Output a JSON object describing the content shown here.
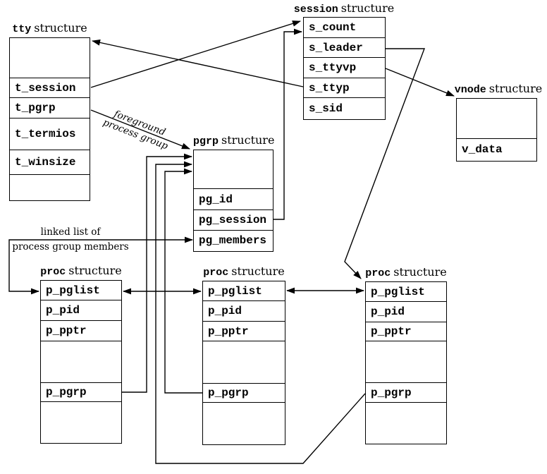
{
  "structures": {
    "tty": {
      "title_word": "tty",
      "title_rest": "structure",
      "fields": [
        "",
        "t_session",
        "t_pgrp",
        "t_termios",
        "t_winsize",
        ""
      ]
    },
    "session": {
      "title_word": "session",
      "title_rest": "structure",
      "fields": [
        "s_count",
        "s_leader",
        "s_ttyvp",
        "s_ttyp",
        "s_sid"
      ]
    },
    "vnode": {
      "title_word": "vnode",
      "title_rest": "structure",
      "fields": [
        "",
        "v_data"
      ]
    },
    "pgrp": {
      "title_word": "pgrp",
      "title_rest": "structure",
      "fields": [
        "",
        "pg_id",
        "pg_session",
        "pg_members"
      ]
    },
    "proc1": {
      "title_word": "proc",
      "title_rest": "structure",
      "fields": [
        "p_pglist",
        "p_pid",
        "p_pptr",
        "",
        "p_pgrp",
        ""
      ]
    },
    "proc2": {
      "title_word": "proc",
      "title_rest": "structure",
      "fields": [
        "p_pglist",
        "p_pid",
        "p_pptr",
        "",
        "p_pgrp",
        ""
      ]
    },
    "proc3": {
      "title_word": "proc",
      "title_rest": "structure",
      "fields": [
        "p_pglist",
        "p_pid",
        "p_pptr",
        "",
        "p_pgrp",
        ""
      ]
    }
  },
  "annotations": {
    "foreground": [
      "foreground",
      "process group"
    ],
    "linked_list": [
      "linked list of",
      "process group members"
    ]
  },
  "colors": {
    "line": "#000000",
    "text": "#000000",
    "background": "#ffffff"
  }
}
